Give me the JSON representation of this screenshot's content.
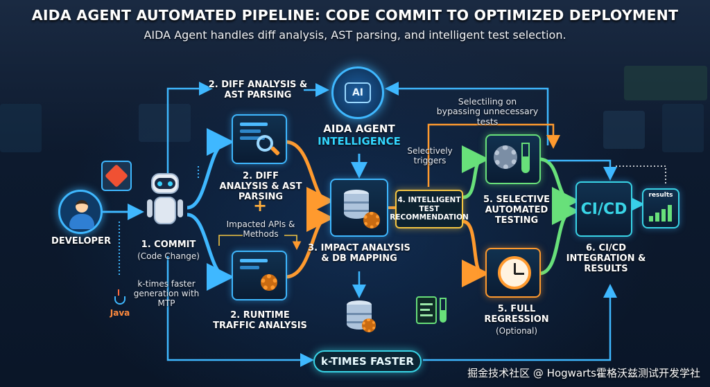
{
  "header": {
    "title": "AIDA AGENT AUTOMATED PIPELINE: CODE COMMIT TO OPTIMIZED DEPLOYMENT",
    "subtitle": "AIDA Agent handles diff analysis, AST parsing, and intelligent test selection."
  },
  "nodes": {
    "developer": "DEVELOPER",
    "commit_title": "1. COMMIT",
    "commit_sub": "(Code Change)",
    "mtp_note": "k-times faster generation with MTP",
    "java": "Java",
    "diff_top": "2. DIFF ANALYSIS & AST PARSING",
    "diff_mid": "2. DIFF ANALYSIS & AST PARSING",
    "plus": "+",
    "impacted": "Impacted APIs & Methods",
    "runtime": "2. RUNTIME TRAFFIC ANALYSIS",
    "agent_title": "AIDA AGENT",
    "agent_sub": "INTELLIGENCE",
    "ai_chip": "AI",
    "impact": "3. IMPACT ANALYSIS & DB MAPPING",
    "recommend": "4. INTELLIGENT TEST RECOMMENDATION",
    "selectively_triggers": "Selectively triggers",
    "bypass_note": "Selectiling on bypassing unnecessary tests",
    "selective": "5. SELECTIVE AUTOMATED TESTING",
    "full_title": "5. FULL REGRESSION",
    "full_sub": "(Optional)",
    "cicd_chip": "CI/CD",
    "results_chip": "results",
    "cicd": "6. CI/CD INTEGRATION & RESULTS"
  },
  "footer": {
    "k_times": "k-TIMES FASTER",
    "watermark": "掘金技术社区 @ Hogwarts霍格沃兹测试开发学社"
  },
  "colors": {
    "blue": "#3fb8ff",
    "orange": "#ff9a2e",
    "green": "#68e07a",
    "teal": "#39d4e6",
    "gold": "#f4c542",
    "cyan_text": "#33d6ff"
  }
}
